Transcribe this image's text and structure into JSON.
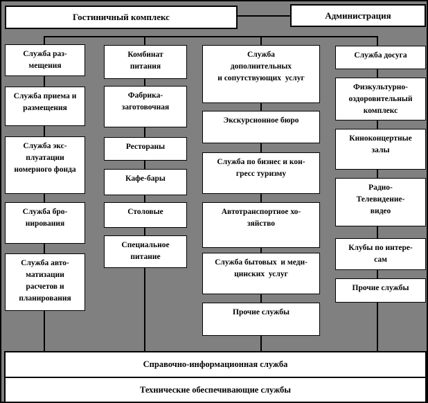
{
  "colors": {
    "background": "#808080",
    "box_fill": "#ffffff",
    "box_border": "#000000",
    "text": "#000000"
  },
  "header": {
    "root_label": "Гостиничный комплекс",
    "admin_label": "Администрация"
  },
  "col1": {
    "b1": "Служба раз-\nмещения",
    "b2": "Служба приема и\nразмещения",
    "b3": "Служба экс-\nплуатации\nномерного фонда",
    "b4": "Служба бро-\nнирования",
    "b5": "Служба авто-\nматизации\nрасчетов и\nпланирования"
  },
  "col2": {
    "b1": "Комбинат\nпитания",
    "b2": "Фабрика-\nзаготовочная",
    "b3": "Рестораны",
    "b4": "Кафе-бары",
    "b5": "Столовые",
    "b6": "Специальное\nпитание"
  },
  "col3": {
    "b1": "Служба\nдополнительных\nи сопутствующих  услуг",
    "b2": "Экскурсионное бюро",
    "b3": "Служба по бизнес и кон-\nгресс туризму",
    "b4": "Автотранспортное хо-\nзяйство",
    "b5": "Служба бытовых  и меди-\nцинских  услуг",
    "b6": "Прочие службы"
  },
  "col4": {
    "b1": "Служба досуга",
    "b2": "Физкультурно-\nоздоровительный\nкомплекс",
    "b3": "Киноконцертные\nзалы",
    "b4": "Радио-\nТелевидение-\nвидео",
    "b5": "Клубы по интере-\nсам",
    "b6": "Прочие службы"
  },
  "footer": {
    "info": "Справочно-информационная служба",
    "tech": "Технические обеспечивающие службы"
  }
}
